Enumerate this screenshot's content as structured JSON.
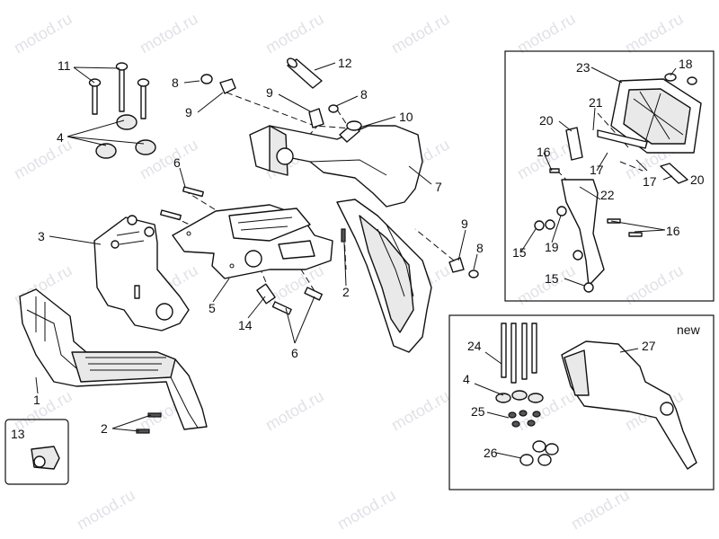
{
  "watermark": "motod.ru",
  "new_label": "new",
  "colors": {
    "line": "#111111",
    "watermark": "#c9c9d4",
    "background": "#ffffff"
  },
  "callouts": {
    "c1": "1",
    "c2a": "2",
    "c2b": "2",
    "c3": "3",
    "c4a": "4",
    "c4b": "4",
    "c5": "5",
    "c6a": "6",
    "c6b": "6",
    "c7": "7",
    "c8a": "8",
    "c8b": "8",
    "c8c": "8",
    "c9a": "9",
    "c9b": "9",
    "c9c": "9",
    "c10": "10",
    "c11": "11",
    "c12": "12",
    "c13": "13",
    "c14": "14",
    "c15a": "15",
    "c15b": "15",
    "c16a": "16",
    "c16b": "16",
    "c17a": "17",
    "c17b": "17",
    "c18": "18",
    "c19": "19",
    "c20a": "20",
    "c20b": "20",
    "c21": "21",
    "c22": "22",
    "c23": "23",
    "c24": "24",
    "c25": "25",
    "c26": "26",
    "c27": "27"
  }
}
